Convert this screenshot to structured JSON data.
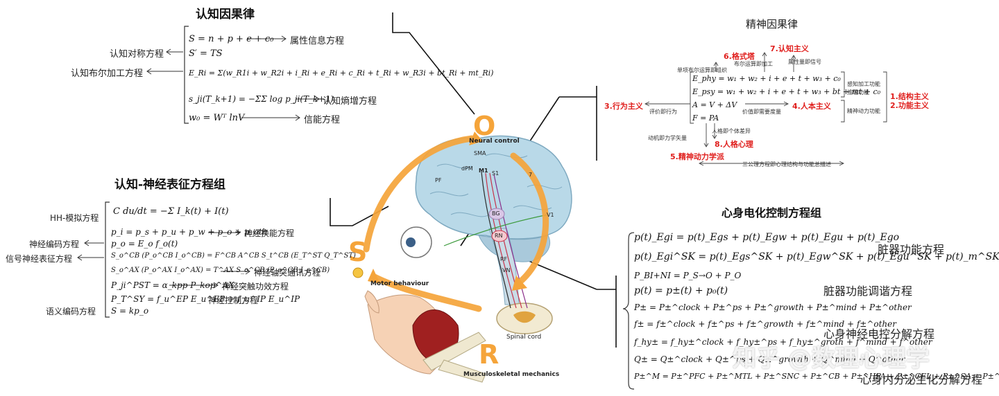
{
  "cognitive_causal": {
    "title": "认知因果律",
    "eq1": "S = n + p + e + c₀",
    "eq2": "S′ = TS",
    "eq3": "E_Ri = Σ(w_R1i + w_R2i + i_Ri + e_Ri + c_Ri + t_Ri + w_R3i + bt_Ri + mt_Ri)",
    "eq4": "s_ji(T_k+1) = −ΣΣ log p_ji(T_k+1)",
    "eq5": "w₀ = Wᵀ lnV",
    "label_attr": "属性信息方程",
    "label_symmetry": "认知对称方程",
    "label_boolean": "认知布尔加工方程",
    "label_entropy": "认知熵增方程",
    "label_energy": "信能方程"
  },
  "neural_group": {
    "title": "认知-神经表征方程组",
    "eq1": "C du/dt = −Σ I_k(t) + I(t)",
    "eq2": "p_i = p_s + p_u + p_w + p_o + p_oth",
    "eq3": "p_o = E_o f_o(t)",
    "eq4": "S_o^CB (P_o^CB I_o^CB) = F^CB A^CB S_t^CB (E_T^ST Q_T^ST)",
    "eq5": "S_o^AX (P_o^AX I_o^AX) = T^AX S_o^CB (P_o^CB I_o^CB)",
    "eq6": "P_ji^PST = α_kpp P_kop^AX",
    "eq7": "P_T^SY = f_u^EP E_u^EP + f_u^IP E_u^IP",
    "eq8": "S = kp_o",
    "label_hh": "HH-模拟方程",
    "label_transduction": "神经换能方程",
    "label_encoding": "神经编码方程",
    "label_signal": "信号神经表征方程",
    "label_axon": "神经轴突通讯方程",
    "label_synapse": "神经突触功效方程",
    "label_control": "神经控制方程",
    "label_semantic": "语义编码方程"
  },
  "brain_figure": {
    "neural_control": "Neural control",
    "motor_behaviour": "Motor behaviour",
    "spinal_cord": "Spinal cord",
    "musculoskeletal": "Musculoskeletal mechanics",
    "letter_o": "O",
    "letter_s": "S",
    "letter_r": "R",
    "regions": [
      "SMA",
      "dPM",
      "M1",
      "S1",
      "PF",
      "7",
      "V1",
      "BG",
      "RN",
      "RF",
      "VN"
    ]
  },
  "mental_causal": {
    "title": "精神因果律",
    "red_labels": [
      "6.格式塔",
      "7.认知主义",
      "3.行为主义",
      "4.人本主义",
      "1.结构主义",
      "2.功能主义",
      "8.人格心理",
      "5.精神动力学派"
    ],
    "notes": [
      "单项布尔运算即组织",
      "布尔运算即加工",
      "属性量即信号",
      "感知加工功能",
      "推理功能",
      "评价即行为",
      "价值即需要度量",
      "精神动力功能",
      "人格即个体差异",
      "动机即力学矢量",
      "三公理方程即心理结构与功能总描述"
    ],
    "eq1": "E_phy = w₁ + w₂ + i + e + t + w₃ + c₀",
    "eq2": "E_psy = w₁ + w₂ + i + e + t + w₃ + bt + mt + c₀",
    "eq3": "A = V + ΔV",
    "eq4": "F = PA"
  },
  "psychosomatic": {
    "title": "心身电化控制方程组",
    "eq1": "p(t)_Egi = p(t)_Egs + p(t)_Egw + p(t)_Egu + p(t)_Ego",
    "eq2": "p(t)_Egi^SK = p(t)_Egs^SK + p(t)_Egw^SK + p(t)_Egu^SK + p(t)_m^SK",
    "eq3": "P_BI+NI = P_S→O + P_O",
    "eq4": "p(t) = p±(t) + p₀(t)",
    "eq5": "P± = P±^clock + P±^ps + P±^growth + P±^mind + P±^other",
    "eq6": "f± = f±^clock + f±^ps + f±^growth + f±^mind + f±^other",
    "eq7": "f_hy± = f_hy±^clock + f_hy±^ps + f_hy±^groth + f^mind + f^other",
    "eq8": "Q± = Q±^clock + Q±^ps + Q±^growth + Q^mind + Q^other",
    "eq9": "P±^M = P±^PFC + P±^MTL + P±^SNC + P±^CB + P±^HPA + P±^CEL + P±^SA + P±^Other",
    "label_organ": "脏器功能方程",
    "label_tuning": "脏器功能调谐方程",
    "label_electro": "心身神经电控分解方程",
    "label_endocrine": "心身内分泌生化分解方程"
  },
  "watermark": "知乎 @数理心理学",
  "colors": {
    "accent_red": "#e0201e",
    "orange": "#f5a43a",
    "brain_blue": "#b9d9e8"
  }
}
